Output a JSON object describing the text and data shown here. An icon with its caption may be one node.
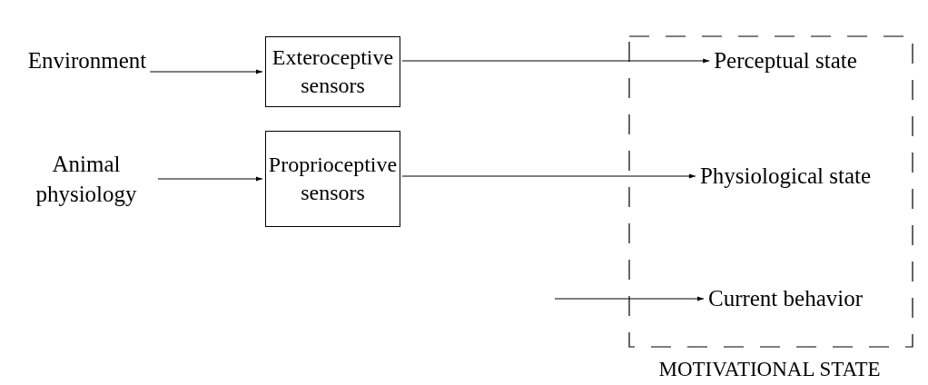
{
  "diagram": {
    "nodes": [
      {
        "text": [
          "Environment"
        ]
      },
      {
        "text": [
          "Exteroceptive sensors"
        ]
      },
      {
        "text": [
          "Animal physiology"
        ]
      },
      {
        "text": [
          "Proprioceptive sensors"
        ]
      },
      {
        "text": [
          "MOTIVATIONAL STATE"
        ]
      },
      {
        "text": [
          "Perceptual state"
        ],
        "in": 4
      },
      {
        "text": [
          "Physiological state"
        ],
        "in": 4
      },
      {
        "text": [
          "Current behavior"
        ],
        "in": 4
      }
    ],
    "edges": [
      {
        "from": 0,
        "to": 1,
        "arrow": "to"
      },
      {
        "from": 1,
        "to": 5,
        "arrow": "to"
      },
      {
        "from": 2,
        "to": 3,
        "arrow": "to"
      },
      {
        "from": 3,
        "to": 6,
        "arrow": "to"
      },
      {
        "from": null,
        "to": 7,
        "arrow": "to"
      }
    ]
  }
}
